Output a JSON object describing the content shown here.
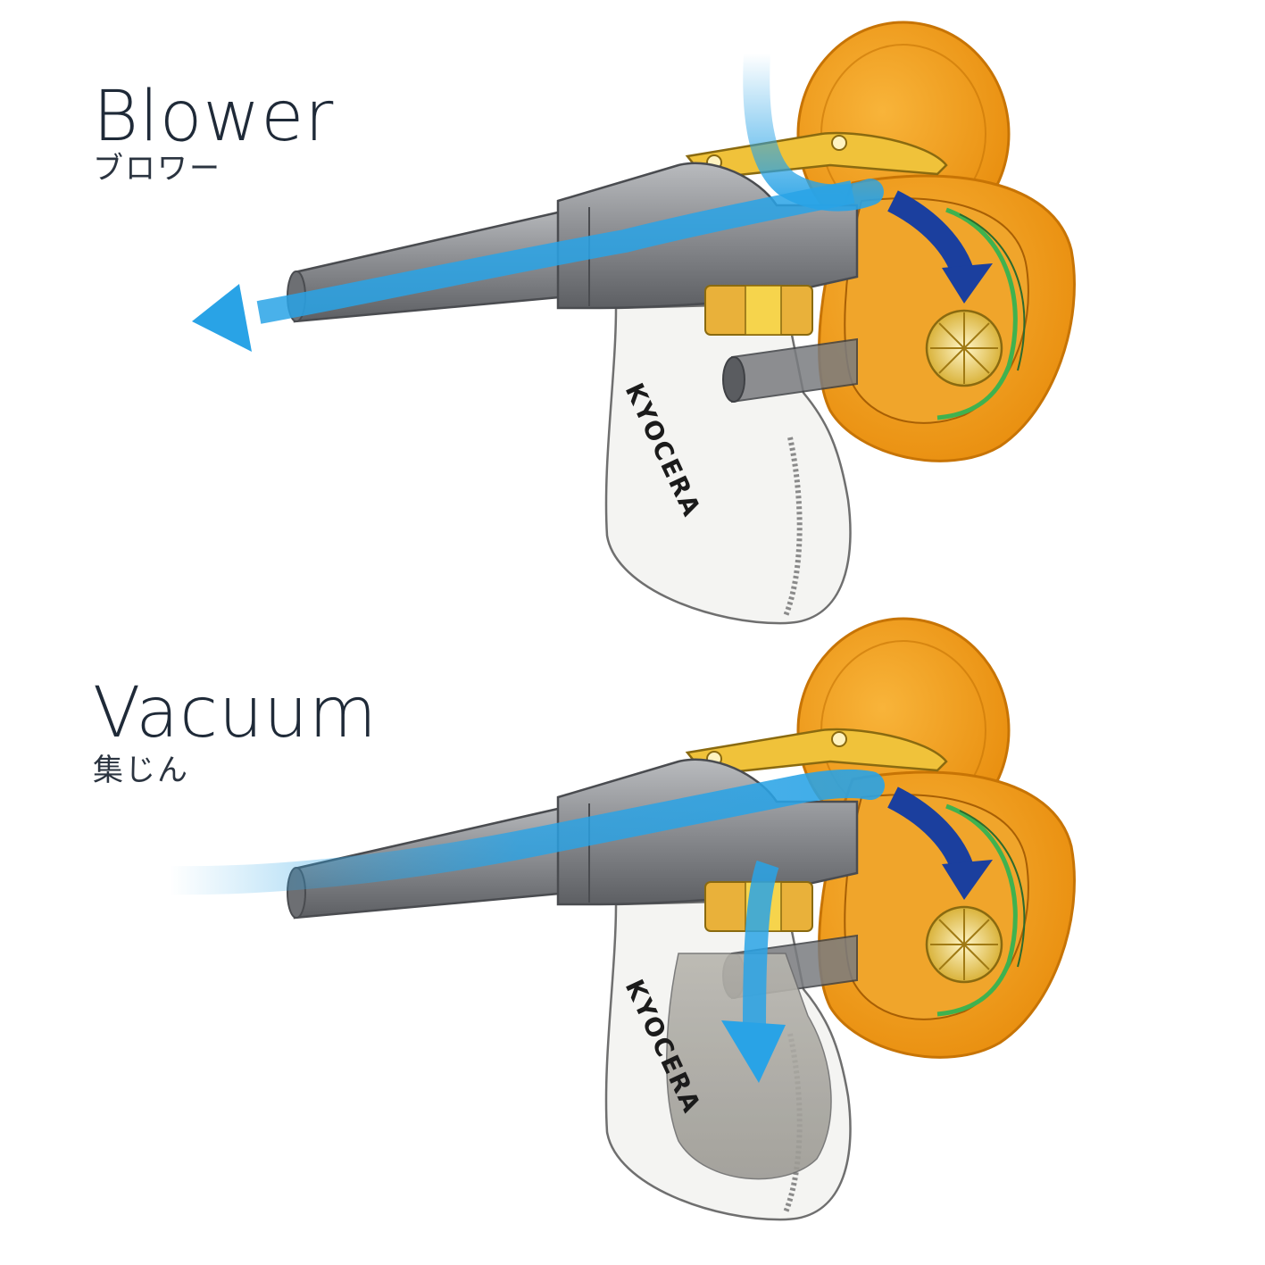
{
  "panels": [
    {
      "mode": "blower",
      "title": "Blower",
      "subtitle": "ブロワー",
      "brand": "KYOCERA"
    },
    {
      "mode": "vacuum",
      "title": "Vacuum",
      "subtitle": "集じん",
      "brand": "KYOCERA"
    }
  ],
  "colors": {
    "airflow": "#29a3e6",
    "airflow_dark": "#1b3f9e",
    "housing_orange": "#f5a21a",
    "body_gray": "#8a8c90",
    "bag_white": "#f4f4f2",
    "gear_yellow": "#f2c028",
    "text": "#1f2a38"
  }
}
